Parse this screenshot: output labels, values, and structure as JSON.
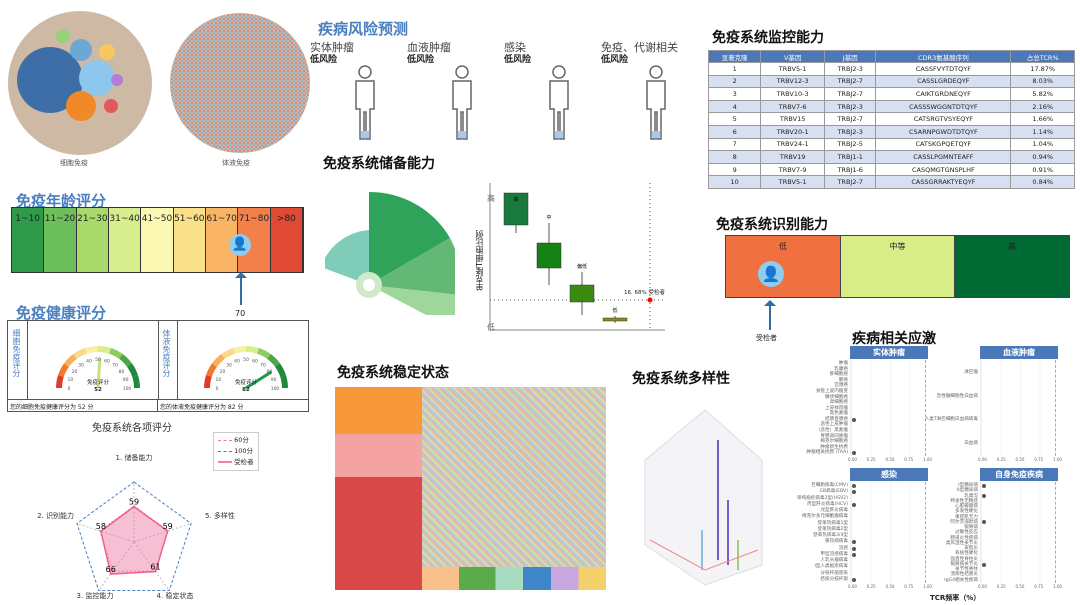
{
  "bubbles": {
    "cell_label": "细胞免疫",
    "humoral_label": "体液免疫"
  },
  "risk": {
    "title": "疾病风险预测",
    "items": [
      {
        "name": "实体肿瘤",
        "level": "低风险"
      },
      {
        "name": "血液肿瘤",
        "level": "低风险"
      },
      {
        "name": "感染",
        "level": "低风险"
      },
      {
        "name": "免疫、代谢相关",
        "level": "低风险"
      }
    ]
  },
  "monitor": {
    "title": "免疫系统监控能力",
    "headers": [
      "显著克隆",
      "V基因",
      "J基因",
      "CDR3氨基酸序列",
      "占总TCR%"
    ],
    "rows": [
      [
        "1",
        "TRBV5-1",
        "TRBJ2-3",
        "CASSFVYTDTQYF",
        "17.87%"
      ],
      [
        "2",
        "TRBV12-3",
        "TRBJ2-7",
        "CASSLGRDEQYF",
        "8.03%"
      ],
      [
        "3",
        "TRBV10-3",
        "TRBJ2-7",
        "CAIKTGRDNEQYF",
        "5.82%"
      ],
      [
        "4",
        "TRBV7-6",
        "TRBJ2-3",
        "CASSSWGGNTDTQYF",
        "2.16%"
      ],
      [
        "5",
        "TRBV15",
        "TRBJ2-7",
        "CATSRGTVSYEQYF",
        "1.66%"
      ],
      [
        "6",
        "TRBV20-1",
        "TRBJ2-3",
        "CSARNPGWDTDTQYF",
        "1.14%"
      ],
      [
        "7",
        "TRBV24-1",
        "TRBJ2-5",
        "CATSKGPQETQYF",
        "1.04%"
      ],
      [
        "8",
        "TRBV19",
        "TRBJ1-1",
        "CASSLPGMNTEAFF",
        "0.94%"
      ],
      [
        "9",
        "TRBV7-9",
        "TRBJ1-6",
        "CASQMGTGNSPLHF",
        "0.91%"
      ],
      [
        "10",
        "TRBV5-1",
        "TRBJ2-7",
        "CASSGRRAKTYEQYF",
        "0.84%"
      ]
    ]
  },
  "age": {
    "title": "免疫年龄评分",
    "bins": [
      "1~10",
      "11~20",
      "21~30",
      "31~40",
      "41~50",
      "51~60",
      "61~70",
      "71~80",
      ">80"
    ],
    "colors": [
      "#2e9a4a",
      "#6cbf5a",
      "#a8d96a",
      "#d8ee8e",
      "#fbf8b4",
      "#fbe08a",
      "#f9b466",
      "#f3804a",
      "#e04a34"
    ],
    "value": "70"
  },
  "health": {
    "title": "免疫健康评分",
    "cell": {
      "side": "细胞免疫评分",
      "gauge_label": "免疫评分",
      "score": "52",
      "summary": "您的细胞免疫健康评分为 52 分"
    },
    "humoral": {
      "side": "体液免疫评分",
      "gauge_label": "免疫评分",
      "score": "82",
      "summary": "您的体液免疫健康评分为 82 分"
    },
    "ticks": [
      "0",
      "10",
      "20",
      "30",
      "40",
      "50",
      "60",
      "70",
      "80",
      "90",
      "100"
    ]
  },
  "radar": {
    "title": "免疫系统各项评分",
    "axes": [
      "1. 储备能力",
      "5. 多样性",
      "4. 稳定状态",
      "3. 监控能力",
      "2. 识别能力"
    ],
    "values": [
      59,
      59,
      61,
      66,
      58
    ],
    "legend": [
      "60分",
      "100分",
      "受检者"
    ]
  },
  "reserve": {
    "title": "免疫系统储备能力",
    "ylabel": "单克隆T细胞比例",
    "y_high": "高",
    "y_low": "低",
    "boxes": [
      "高",
      "中",
      "偏低",
      "低"
    ],
    "marker": "16. 68%",
    "marker_label": "受检者"
  },
  "recognition": {
    "title": "免疫系统识别能力",
    "levels": [
      "低",
      "中等",
      "高"
    ],
    "subject": "受检者"
  },
  "stability": {
    "title": "免疫系统稳定状态"
  },
  "diversity": {
    "title": "免疫系统多样性"
  },
  "disease": {
    "title": "疾病相关应激",
    "xlabel": "TCR频率（%）",
    "ticks": [
      "0.00",
      "0.25",
      "0.50",
      "0.75",
      "1.00"
    ],
    "panels": [
      {
        "name": "实体肿瘤",
        "items": [
          "肿瘤",
          "乳腺癌",
          "肝细胞癌",
          "肺癌",
          "宫颈癌",
          "食管上皮内瘤变",
          "鳞状细胞癌",
          "肾细胞癌",
          "上皮样肉瘤",
          "黑色素瘤",
          "结肠直肠癌",
          "恶性上皮肿瘤",
          "（恶性）黑素瘤",
          "胃肠道间质瘤",
          "梅克尔细胞癌",
          "肿瘤新生抗原",
          "肿瘤相关抗原 (TAA)"
        ],
        "dots": [
          10,
          16
        ]
      },
      {
        "name": "血液肿瘤",
        "items": [
          "淋巴瘤",
          "急性髓细胞性白血病",
          "人类T淋巴细胞白血病病毒",
          "白血病"
        ],
        "dots": []
      },
      {
        "name": "感染",
        "items": [
          "巨细胞病毒(CMV)",
          "EB病毒(EBV)",
          "单纯疱疹病毒2型(HSV2)",
          "丙型肝炎病毒(HCV)",
          "戊型肝炎病毒",
          "梅克尔多元细胞瘤病毒",
          "登革热病毒1型",
          "登革热病毒2型",
          "登革热病毒3/4型",
          "黄热病病毒",
          "流感",
          "甲型流感病毒",
          "人乳头瘤病毒",
          "I型人类疱疹病毒",
          "分枝杆菌感染",
          "结核分枝杆菌"
        ],
        "dots": [
          0,
          1,
          3,
          9,
          10,
          11,
          15
        ]
      },
      {
        "name": "自身免疫疾病",
        "items": [
          "I型糖尿病",
          "II型糖尿病",
          "乳糜泻",
          "特发性无精症",
          "心脏瓣膜病",
          "多发性硬化",
          "重症肌无力",
          "阿尔茨海默病",
          "银屑病",
          "过敏性反应",
          "肠道炎性疾病",
          "类风湿性关节炎",
          "皮肌炎",
          "系统性硬化",
          "强直性脊柱炎",
          "银屑病关节炎",
          "关节性脊柱",
          "溃疡性结肠炎",
          "IgG4相关性疾病"
        ],
        "dots": [
          0,
          2,
          7,
          15
        ]
      }
    ]
  }
}
